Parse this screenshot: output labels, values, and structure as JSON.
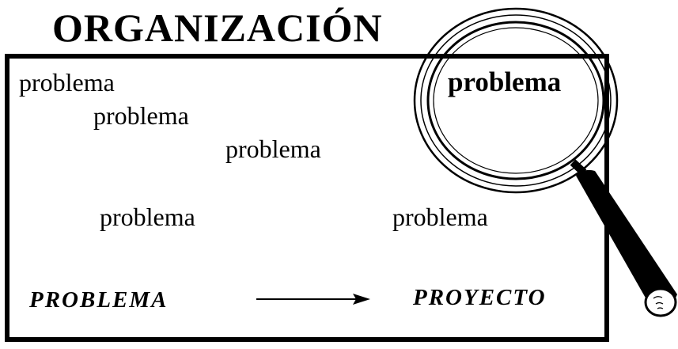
{
  "title": "ORGANIZACIÓN",
  "words": [
    "problema",
    "problema",
    "problema",
    "problema",
    "problema"
  ],
  "magnified_word": "problema",
  "flow": {
    "from": "PROBLEMA",
    "to": "PROYECTO"
  },
  "colors": {
    "ink": "#000000",
    "background": "#ffffff"
  },
  "icons": {
    "magnifier": "magnifying-glass-icon",
    "arrow": "right-arrow-icon"
  }
}
